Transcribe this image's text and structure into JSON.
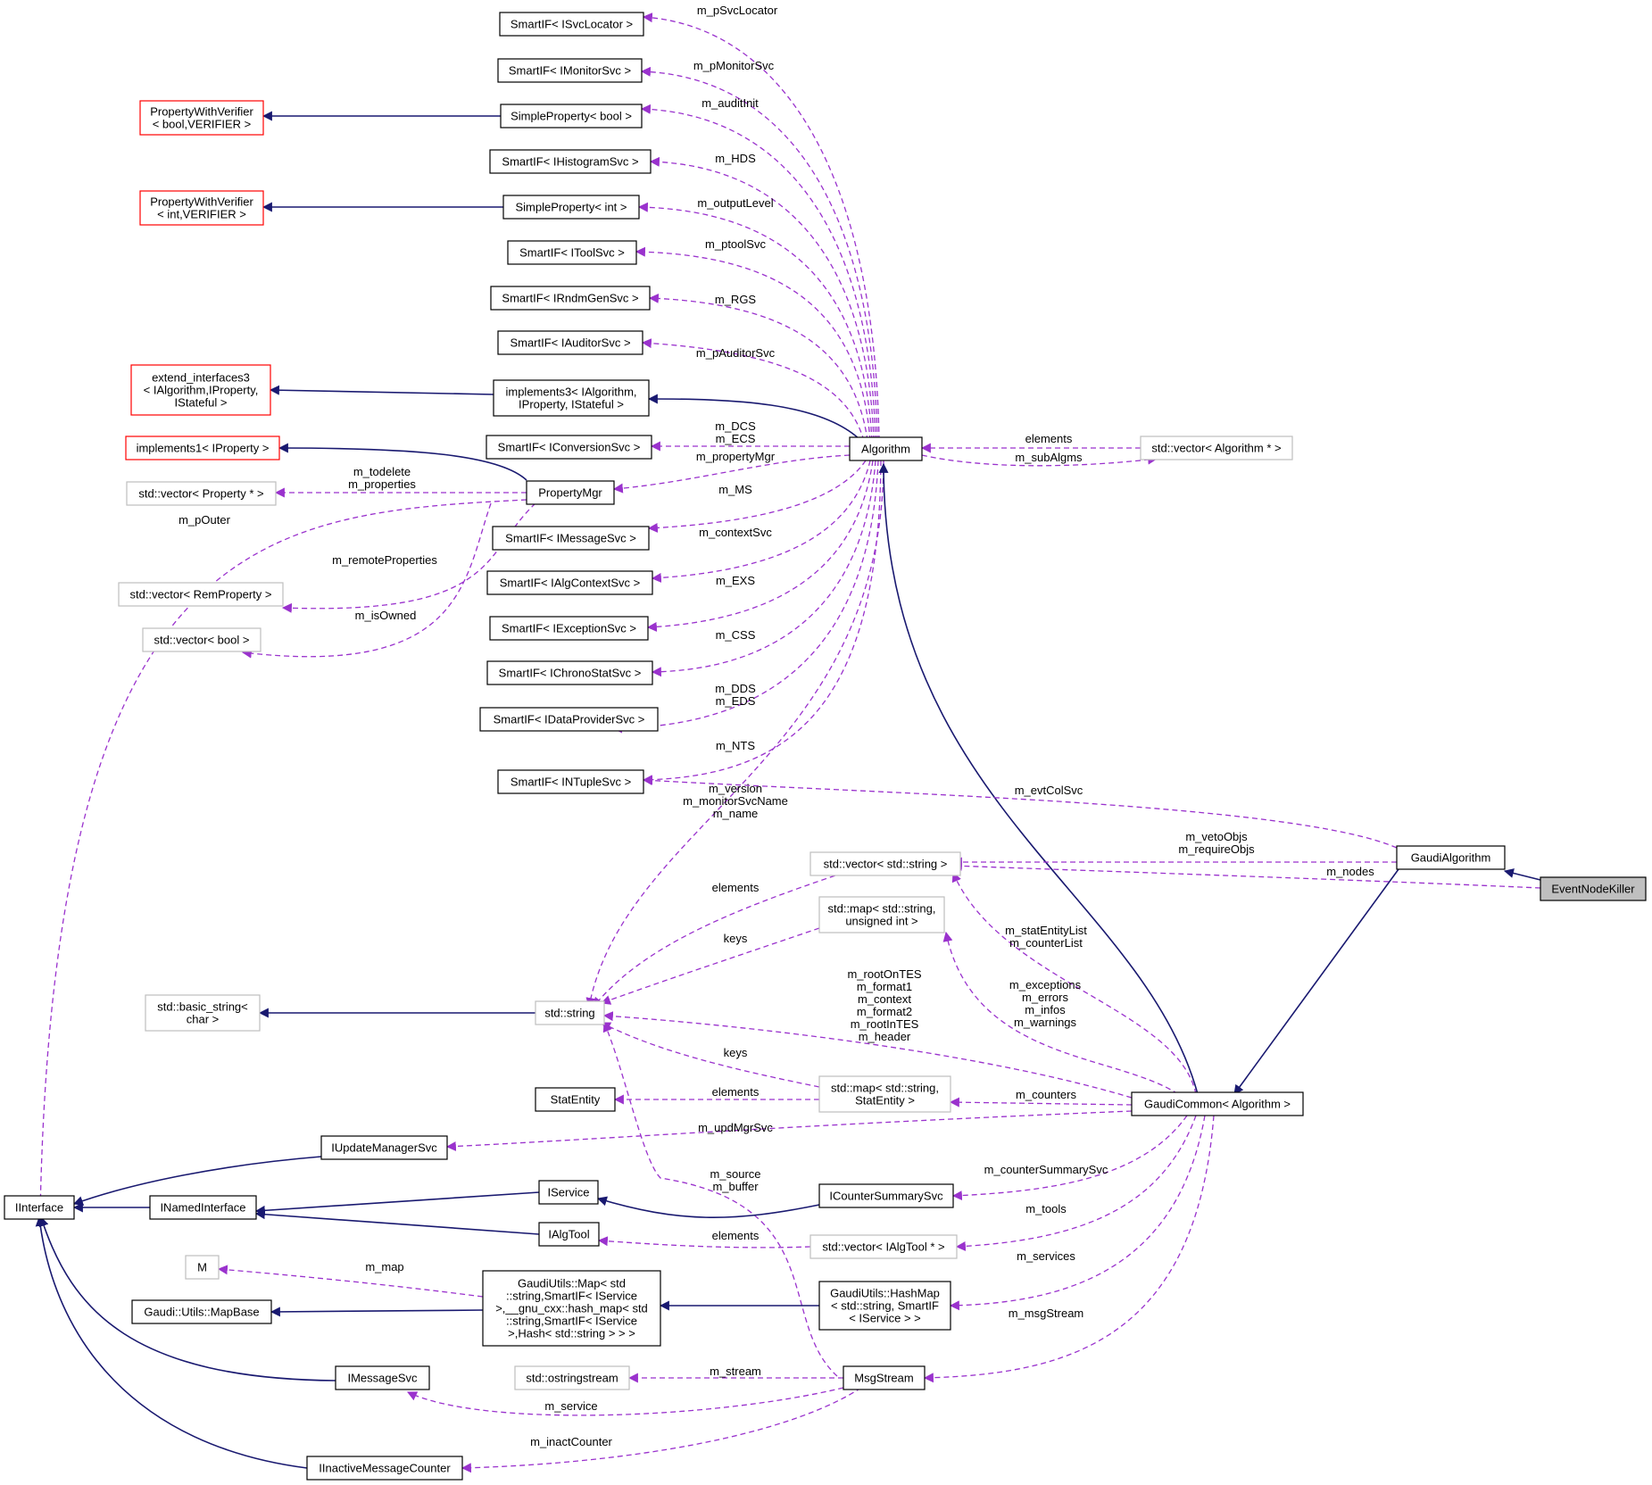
{
  "diagram": {
    "nodes": [
      {
        "id": "SvcLocator",
        "lines": [
          "SmartIF< ISvcLocator >"
        ],
        "style": "normal"
      },
      {
        "id": "MonitorSvc",
        "lines": [
          "SmartIF< IMonitorSvc >"
        ],
        "style": "normal"
      },
      {
        "id": "SPbool",
        "lines": [
          "SimpleProperty< bool >"
        ],
        "style": "normal"
      },
      {
        "id": "HistogramSvc",
        "lines": [
          "SmartIF< IHistogramSvc >"
        ],
        "style": "normal"
      },
      {
        "id": "SPint",
        "lines": [
          "SimpleProperty< int >"
        ],
        "style": "normal"
      },
      {
        "id": "ToolSvc",
        "lines": [
          "SmartIF< IToolSvc >"
        ],
        "style": "normal"
      },
      {
        "id": "RndmGenSvc",
        "lines": [
          "SmartIF< IRndmGenSvc >"
        ],
        "style": "normal"
      },
      {
        "id": "AuditorSvc",
        "lines": [
          "SmartIF< IAuditorSvc >"
        ],
        "style": "normal"
      },
      {
        "id": "Impl3",
        "lines": [
          "implements3< IAlgorithm,",
          "IProperty, IStateful >"
        ],
        "style": "normal"
      },
      {
        "id": "ConversionSvc",
        "lines": [
          "SmartIF< IConversionSvc >"
        ],
        "style": "normal"
      },
      {
        "id": "PropertyMgr",
        "lines": [
          "PropertyMgr"
        ],
        "style": "normal"
      },
      {
        "id": "MessageSvcIF",
        "lines": [
          "SmartIF< IMessageSvc >"
        ],
        "style": "normal"
      },
      {
        "id": "AlgContextSvc",
        "lines": [
          "SmartIF< IAlgContextSvc >"
        ],
        "style": "normal"
      },
      {
        "id": "ExceptionSvc",
        "lines": [
          "SmartIF< IExceptionSvc >"
        ],
        "style": "normal"
      },
      {
        "id": "ChronoStatSvc",
        "lines": [
          "SmartIF< IChronoStatSvc >"
        ],
        "style": "normal"
      },
      {
        "id": "DataProviderSvc",
        "lines": [
          "SmartIF< IDataProviderSvc >"
        ],
        "style": "normal"
      },
      {
        "id": "NTupleSvc",
        "lines": [
          "SmartIF< INTupleSvc >"
        ],
        "style": "normal"
      },
      {
        "id": "PWVbool",
        "lines": [
          "PropertyWithVerifier",
          "< bool,VERIFIER >"
        ],
        "style": "red"
      },
      {
        "id": "PWVint",
        "lines": [
          "PropertyWithVerifier",
          "< int,VERIFIER >"
        ],
        "style": "red"
      },
      {
        "id": "ExtIF3",
        "lines": [
          "extend_interfaces3",
          "< IAlgorithm,IProperty,",
          "IStateful >"
        ],
        "style": "red"
      },
      {
        "id": "Impl1",
        "lines": [
          "implements1< IProperty >"
        ],
        "style": "red"
      },
      {
        "id": "VecPropPtr",
        "lines": [
          "std::vector< Property * >"
        ],
        "style": "gray"
      },
      {
        "id": "VecRemProp",
        "lines": [
          "std::vector< RemProperty >"
        ],
        "style": "gray"
      },
      {
        "id": "VecBool",
        "lines": [
          "std::vector< bool >"
        ],
        "style": "gray"
      },
      {
        "id": "Algorithm",
        "lines": [
          "Algorithm"
        ],
        "style": "normal"
      },
      {
        "id": "VecAlgPtr",
        "lines": [
          "std::vector< Algorithm * >"
        ],
        "style": "gray"
      },
      {
        "id": "GaudiAlgorithm",
        "lines": [
          "GaudiAlgorithm"
        ],
        "style": "normal"
      },
      {
        "id": "EventNodeKiller",
        "lines": [
          "EventNodeKiller"
        ],
        "style": "filled"
      },
      {
        "id": "VecString",
        "lines": [
          "std::vector< std::string >"
        ],
        "style": "gray"
      },
      {
        "id": "MapStrUint",
        "lines": [
          "std::map< std::string,",
          "unsigned int >"
        ],
        "style": "gray"
      },
      {
        "id": "BasicString",
        "lines": [
          "std::basic_string<",
          "char >"
        ],
        "style": "gray"
      },
      {
        "id": "StdString",
        "lines": [
          "std::string"
        ],
        "style": "gray"
      },
      {
        "id": "StatEntity",
        "lines": [
          "StatEntity"
        ],
        "style": "normal"
      },
      {
        "id": "MapStrStat",
        "lines": [
          "std::map< std::string,",
          "StatEntity >"
        ],
        "style": "gray"
      },
      {
        "id": "GaudiCommon",
        "lines": [
          "GaudiCommon< Algorithm >"
        ],
        "style": "normal"
      },
      {
        "id": "IUpdateManagerSvc",
        "lines": [
          "IUpdateManagerSvc"
        ],
        "style": "normal"
      },
      {
        "id": "IInterface",
        "lines": [
          "IInterface"
        ],
        "style": "normal"
      },
      {
        "id": "INamedInterface",
        "lines": [
          "INamedInterface"
        ],
        "style": "normal"
      },
      {
        "id": "IService",
        "lines": [
          "IService"
        ],
        "style": "normal"
      },
      {
        "id": "ICounterSummarySvc",
        "lines": [
          "ICounterSummarySvc"
        ],
        "style": "normal"
      },
      {
        "id": "IAlgTool",
        "lines": [
          "IAlgTool"
        ],
        "style": "normal"
      },
      {
        "id": "VecAlgTool",
        "lines": [
          "std::vector< IAlgTool * >"
        ],
        "style": "gray"
      },
      {
        "id": "M",
        "lines": [
          "M"
        ],
        "style": "gray"
      },
      {
        "id": "UtilsMap",
        "lines": [
          "GaudiUtils::Map< std",
          "::string,SmartIF< IService",
          ">,__gnu_cxx::hash_map< std",
          "::string,SmartIF< IService",
          ">,Hash< std::string > > >"
        ],
        "style": "normal"
      },
      {
        "id": "MapBase",
        "lines": [
          "Gaudi::Utils::MapBase"
        ],
        "style": "normal"
      },
      {
        "id": "HashMap",
        "lines": [
          "GaudiUtils::HashMap",
          "< std::string, SmartIF",
          "< IService > >"
        ],
        "style": "normal"
      },
      {
        "id": "IMessageSvc",
        "lines": [
          "IMessageSvc"
        ],
        "style": "normal"
      },
      {
        "id": "OStringStream",
        "lines": [
          "std::ostringstream"
        ],
        "style": "gray"
      },
      {
        "id": "MsgStream",
        "lines": [
          "MsgStream"
        ],
        "style": "normal"
      },
      {
        "id": "IInactive",
        "lines": [
          "IInactiveMessageCounter"
        ],
        "style": "normal"
      }
    ],
    "edge_labels": [
      {
        "id": "lbl-svclocator",
        "lines": [
          "m_pSvcLocator"
        ]
      },
      {
        "id": "lbl-monitorsvc",
        "lines": [
          "m_pMonitorSvc"
        ]
      },
      {
        "id": "lbl-auditinit",
        "lines": [
          "m_auditInit"
        ]
      },
      {
        "id": "lbl-hds",
        "lines": [
          "m_HDS"
        ]
      },
      {
        "id": "lbl-outputlevel",
        "lines": [
          "m_outputLevel"
        ]
      },
      {
        "id": "lbl-ptoolsvc",
        "lines": [
          "m_ptoolSvc"
        ]
      },
      {
        "id": "lbl-rgs",
        "lines": [
          "m_RGS"
        ]
      },
      {
        "id": "lbl-pauditorsvc",
        "lines": [
          "m_pAuditorSvc"
        ]
      },
      {
        "id": "lbl-dcs-ecs",
        "lines": [
          "m_DCS",
          "m_ECS"
        ]
      },
      {
        "id": "lbl-propertymgr",
        "lines": [
          "m_propertyMgr"
        ]
      },
      {
        "id": "lbl-todelete",
        "lines": [
          "m_todelete",
          "m_properties"
        ]
      },
      {
        "id": "lbl-pouter",
        "lines": [
          "m_pOuter"
        ]
      },
      {
        "id": "lbl-ms",
        "lines": [
          "m_MS"
        ]
      },
      {
        "id": "lbl-contextsvc",
        "lines": [
          "m_contextSvc"
        ]
      },
      {
        "id": "lbl-remoteprops",
        "lines": [
          "m_remoteProperties"
        ]
      },
      {
        "id": "lbl-exs",
        "lines": [
          "m_EXS"
        ]
      },
      {
        "id": "lbl-isowned",
        "lines": [
          "m_isOwned"
        ]
      },
      {
        "id": "lbl-css",
        "lines": [
          "m_CSS"
        ]
      },
      {
        "id": "lbl-dds-eds",
        "lines": [
          "m_DDS",
          "m_EDS"
        ]
      },
      {
        "id": "lbl-nts",
        "lines": [
          "m_NTS"
        ]
      },
      {
        "id": "lbl-version",
        "lines": [
          "m_version",
          "m_monitorSvcName",
          "m_name"
        ]
      },
      {
        "id": "lbl-elements-alg",
        "lines": [
          "elements"
        ]
      },
      {
        "id": "lbl-subalgms",
        "lines": [
          "m_subAlgms"
        ]
      },
      {
        "id": "lbl-evtcolsvc",
        "lines": [
          "m_evtColSvc"
        ]
      },
      {
        "id": "lbl-vetoobjs",
        "lines": [
          "m_vetoObjs",
          "m_requireObjs"
        ]
      },
      {
        "id": "lbl-nodes",
        "lines": [
          "m_nodes"
        ]
      },
      {
        "id": "lbl-elements-str",
        "lines": [
          "elements"
        ]
      },
      {
        "id": "lbl-keys1",
        "lines": [
          "keys"
        ]
      },
      {
        "id": "lbl-statentitylist",
        "lines": [
          "m_statEntityList",
          "m_counterList"
        ]
      },
      {
        "id": "lbl-rootontes",
        "lines": [
          "m_rootOnTES",
          "m_format1",
          "m_context",
          "m_format2",
          "m_rootInTES",
          "m_header"
        ]
      },
      {
        "id": "lbl-exceptions",
        "lines": [
          "m_exceptions",
          "m_errors",
          "m_infos",
          "m_warnings"
        ]
      },
      {
        "id": "lbl-keys2",
        "lines": [
          "keys"
        ]
      },
      {
        "id": "lbl-elements-stat",
        "lines": [
          "elements"
        ]
      },
      {
        "id": "lbl-counters",
        "lines": [
          "m_counters"
        ]
      },
      {
        "id": "lbl-updmgrsvc",
        "lines": [
          "m_updMgrSvc"
        ]
      },
      {
        "id": "lbl-source",
        "lines": [
          "m_source",
          "m_buffer"
        ]
      },
      {
        "id": "lbl-countersummary",
        "lines": [
          "m_counterSummarySvc"
        ]
      },
      {
        "id": "lbl-tools",
        "lines": [
          "m_tools"
        ]
      },
      {
        "id": "lbl-elements-tool",
        "lines": [
          "elements"
        ]
      },
      {
        "id": "lbl-map",
        "lines": [
          "m_map"
        ]
      },
      {
        "id": "lbl-services",
        "lines": [
          "m_services"
        ]
      },
      {
        "id": "lbl-msgstream",
        "lines": [
          "m_msgStream"
        ]
      },
      {
        "id": "lbl-stream",
        "lines": [
          "m_stream"
        ]
      },
      {
        "id": "lbl-service",
        "lines": [
          "m_service"
        ]
      },
      {
        "id": "lbl-inactcounter",
        "lines": [
          "m_inactCounter"
        ]
      }
    ]
  },
  "colors": {
    "inheritance": "#191970",
    "usage": "#9a32cd",
    "red_border": "#ff0000",
    "gray_border": "#bfbfbf",
    "selected_fill": "#bfbfbf"
  }
}
